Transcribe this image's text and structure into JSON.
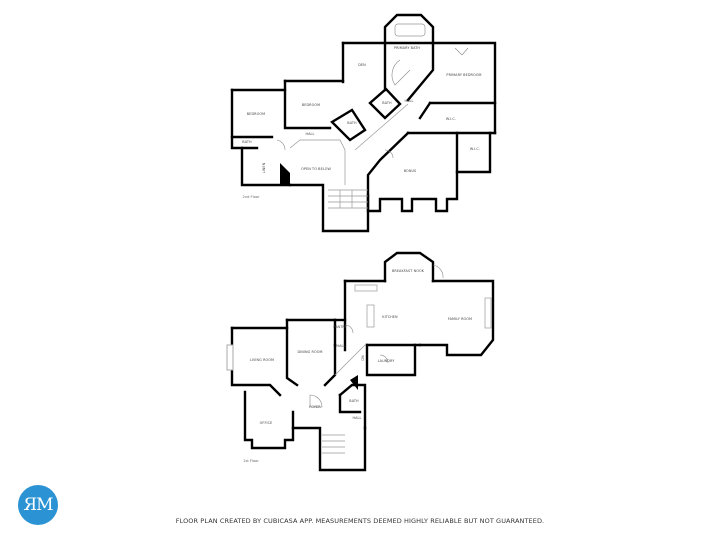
{
  "upper_floor": {
    "floor_label": "2nd Floor",
    "rooms": {
      "primary_bath": "PRIMARY BATH",
      "den": "DEN",
      "primary_bedroom": "PRIMARY BEDROOM",
      "bedroom_1": "BEDROOM",
      "bedroom_2": "BEDROOM",
      "bath_1": "BATH",
      "bath_2": "BATH",
      "bath_3": "BATH",
      "hall_1": "HALL",
      "hall_2": "HALL",
      "wic_1": "W.I.C.",
      "wic_2": "W.I.C.",
      "open_to_below": "OPEN TO BELOW",
      "bonus": "BONUS",
      "linen": "LINEN"
    }
  },
  "lower_floor": {
    "floor_label": "1st Floor",
    "rooms": {
      "breakfast_nook": "BREAKFAST NOOK",
      "kitchen": "KITCHEN",
      "family_room": "FAMILY ROOM",
      "pantry": "PANTRY",
      "hall_1": "HALL",
      "dn": "DN",
      "laundry": "LAUNDRY",
      "living_room": "LIVING ROOM",
      "dining_room": "DINING ROOM",
      "foyer": "FOYER",
      "bath": "BATH",
      "hall_2": "HALL",
      "office": "OFFICE"
    }
  },
  "logo": {
    "text": "ЯM",
    "color": "#2b93d4"
  },
  "footer": {
    "disclaimer": "FLOOR PLAN CREATED BY CUBICASA APP. MEASUREMENTS DEEMED HIGHLY RELIABLE BUT NOT GUARANTEED."
  }
}
